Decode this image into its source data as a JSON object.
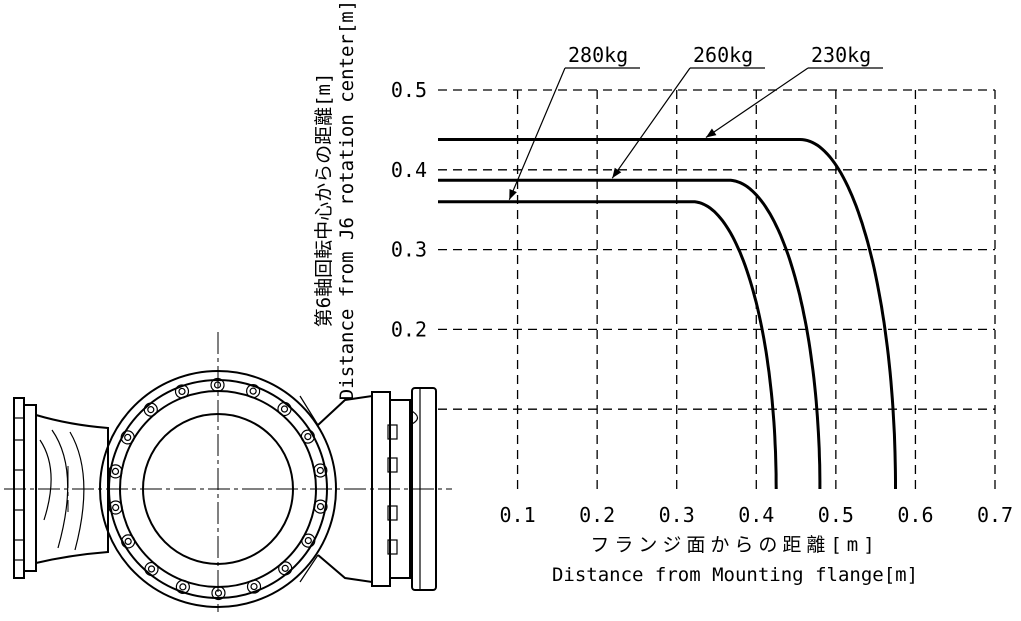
{
  "chart_data": {
    "type": "line",
    "xlabel_ja": "フランジ面からの距離[m]",
    "xlabel_en": "Distance from Mounting flange[m]",
    "ylabel_ja": "第6軸回転中心からの距離[m]",
    "ylabel_en": "Distance from J6 rotation center[m]",
    "xlim": [
      0,
      0.7
    ],
    "ylim": [
      0,
      0.5
    ],
    "x_ticks": [
      "0.1",
      "0.2",
      "0.3",
      "0.4",
      "0.5",
      "0.6",
      "0.7"
    ],
    "y_ticks": [
      "0.2",
      "0.3",
      "0.4",
      "0.5"
    ],
    "grid": true,
    "series": [
      {
        "name": "280kg",
        "flat_y": 0.36,
        "knee_x": 0.32,
        "end_x": 0.425
      },
      {
        "name": "260kg",
        "flat_y": 0.387,
        "knee_x": 0.365,
        "end_x": 0.48
      },
      {
        "name": "230kg",
        "flat_y": 0.438,
        "knee_x": 0.455,
        "end_x": 0.575
      }
    ]
  }
}
